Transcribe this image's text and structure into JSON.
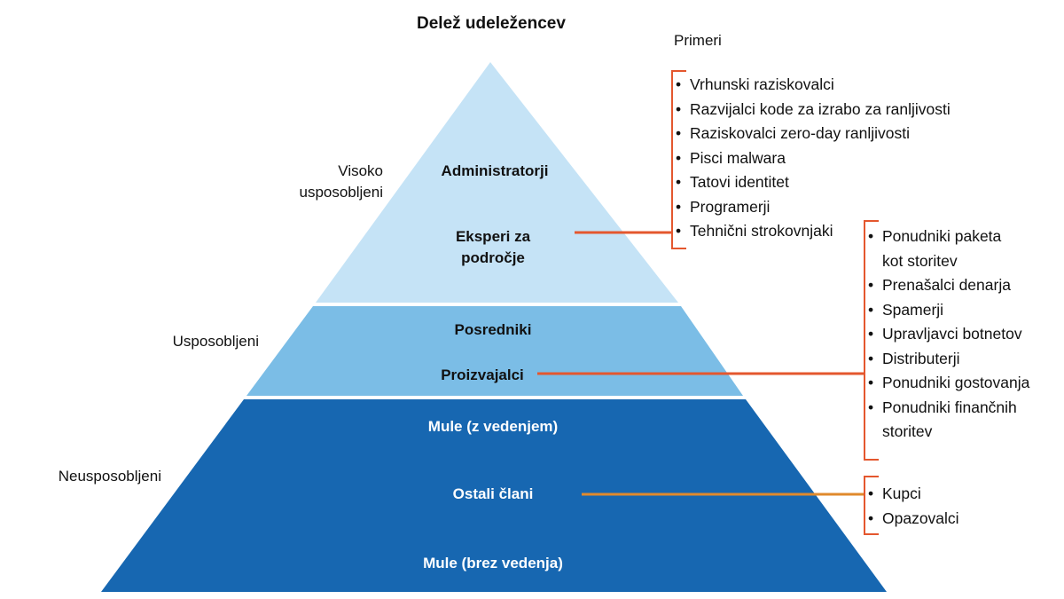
{
  "title": "Delež udeležencev",
  "examples_header": "Primeri",
  "levels": {
    "high": "Visoko\nusposobljeni",
    "mid": "Usposobljeni",
    "low": "Neusposobljeni"
  },
  "tiers": {
    "administrators": "Administratorji",
    "experts_line1": "Eksperi za",
    "experts_line2": "področje",
    "brokers": "Posredniki",
    "producers": "Proizvajalci",
    "mules_aware": "Mule (z vedenjem)",
    "other_members": "Ostali člani",
    "mules_unaware": "Mule (brez vedenja)"
  },
  "examples": {
    "top": [
      "Vrhunski raziskovalci",
      "Razvijalci kode za izrabo za ranljivosti",
      "Raziskovalci zero-day ranljivosti",
      "Pisci malwara",
      "Tatovi identitet",
      "Programerji",
      "Tehnični strokovnjaki"
    ],
    "middle": [
      {
        "l1": "Ponudniki paketa",
        "l2": "kot storitev"
      },
      {
        "l1": "Prenašalci denarja",
        "l2": ""
      },
      {
        "l1": "Spamerji",
        "l2": ""
      },
      {
        "l1": "Upravljavci botnetov",
        "l2": ""
      },
      {
        "l1": "Distributerji",
        "l2": ""
      },
      {
        "l1": "Ponudniki gostovanja",
        "l2": ""
      },
      {
        "l1": "Ponudniki finančnih",
        "l2": "storitev"
      }
    ],
    "bottom": [
      "Kupci",
      "Opazovalci"
    ]
  },
  "colors": {
    "tier_top": "#c5e3f6",
    "tier_mid": "#7bbde6",
    "tier_bottom": "#1767b1",
    "connector": "#e4572e",
    "connector_bottom": "#e08a2c"
  }
}
